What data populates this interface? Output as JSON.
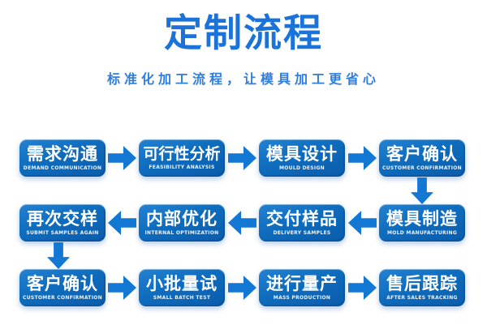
{
  "header": {
    "title": "定制流程",
    "subtitle": "标准化加工流程，让模具加工更省心"
  },
  "colors": {
    "accent_blue": "#1b72d8",
    "subtitle_blue": "#2f7dde",
    "box_gradient_top": "#2582d2",
    "box_gradient_bottom": "#0a5cab",
    "arrow_blue": "#1377d4",
    "box_text": "#ffffff",
    "background": "#ffffff"
  },
  "flow": {
    "steps": [
      {
        "zh": "需求沟通",
        "en": "DEMAND COMMUNICATION"
      },
      {
        "zh": "可行性分析",
        "en": "FEASIBILITY ANALYSIS"
      },
      {
        "zh": "模具设计",
        "en": "MOULD DESIGN"
      },
      {
        "zh": "客户确认",
        "en": "CUSTOMER CONFIRMATION"
      },
      {
        "zh": "模具制造",
        "en": "MOLD MANUFACTURING"
      },
      {
        "zh": "交付样品",
        "en": "DELIVERY SAMPLES"
      },
      {
        "zh": "内部优化",
        "en": "INTERNAL OPTIMIZATION"
      },
      {
        "zh": "再次交样",
        "en": "SUBMIT SAMPLES AGAIN"
      },
      {
        "zh": "客户确认",
        "en": "CUSTOMER CONFIRMATION"
      },
      {
        "zh": "小批量试",
        "en": "SMALL BATCH TEST"
      },
      {
        "zh": "进行量产",
        "en": "MASS PRODUCTION"
      },
      {
        "zh": "售后跟踪",
        "en": "AFTER SALES TRACKING"
      }
    ]
  }
}
